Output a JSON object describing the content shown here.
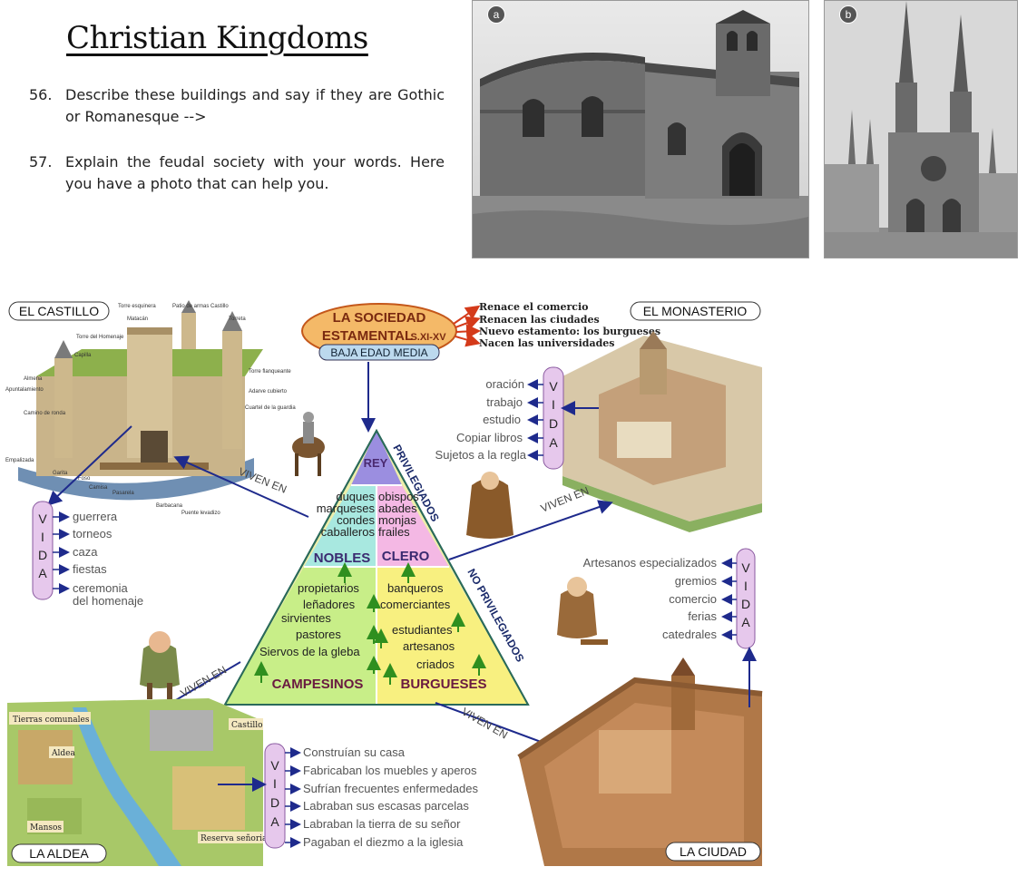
{
  "header": {
    "title": "Christian Kingdoms"
  },
  "questions": [
    {
      "number": "56.",
      "text": "Describe these buildings and say if they are Gothic or Romanesque -->"
    },
    {
      "number": "57.",
      "text": "Explain the feudal society with your words. Here you have a photo that can help you."
    }
  ],
  "photos": {
    "a": {
      "badge": "a"
    },
    "b": {
      "badge": "b"
    }
  },
  "diagram": {
    "center": {
      "line1": "LA SOCIEDAD",
      "line2": "ESTAMENTAL",
      "period": "S.XI-XV",
      "sub": "BAJA EDAD MEDIA"
    },
    "consequences": [
      "Renace el comercio",
      "Renacen las ciudades",
      "Nuevo estamento: los burgueses",
      "Nacen las universidades"
    ],
    "castle": {
      "title": "EL CASTILLO",
      "parts": [
        "Torre esquinera",
        "Torre del Homenaje",
        "Capilla",
        "Patio de armas",
        "Castillo",
        "Torreta",
        "Matacán",
        "Almena",
        "Apuntalamiento",
        "Camino de ronda",
        "Torre flanqueante",
        "Adarve cubierto",
        "Cuartel de la guardia",
        "Empalizada",
        "Garita",
        "Foso",
        "Camisa",
        "Pasarela",
        "Barbacana",
        "Puente levadizo"
      ],
      "vida": [
        "guerrera",
        "torneos",
        "caza",
        "fiestas",
        "ceremonia",
        "del homenaje"
      ]
    },
    "monastery": {
      "title": "EL MONASTERIO",
      "vida": [
        "oración",
        "trabajo",
        "estudio",
        "Copiar libros",
        "Sujetos a la regla"
      ]
    },
    "pyramid": {
      "rey": "REY",
      "nobles_list": [
        "duques",
        "marqueses",
        "condes",
        "caballeros"
      ],
      "clero_list": [
        "obispos",
        "abades",
        "monjas",
        "frailes"
      ],
      "nobles": "NOBLES",
      "clero": "CLERO",
      "campesinos_list": [
        "propietarios",
        "leñadores",
        "sirvientes",
        "pastores",
        "Siervos de la gleba"
      ],
      "burgueses_list": [
        "banqueros",
        "comerciantes",
        "estudiantes",
        "artesanos",
        "criados"
      ],
      "campesinos": "CAMPESINOS",
      "burgueses": "BURGUESES",
      "privilegiados": "PRIVILEGIADOS",
      "no_privilegiados": "NO PRIVILEGIADOS"
    },
    "viven_en": "VIVEN EN",
    "vida_letters": [
      "V",
      "I",
      "D",
      "A"
    ],
    "city": {
      "title": "LA CIUDAD",
      "vida": [
        "Artesanos especializados",
        "gremios",
        "comercio",
        "ferias",
        "catedrales"
      ]
    },
    "village": {
      "title": "LA ALDEA",
      "map_labels": [
        "Tierras comunales",
        "Aldea",
        "Castillo",
        "Mansos",
        "Reserva señorial"
      ],
      "vida": [
        "Construían su casa",
        "Fabricaban los muebles y aperos",
        "Sufrían frecuentes enfermedades",
        "Labraban sus escasas parcelas",
        "Labraban la tierra de su señor",
        "Pagaban el diezmo a la iglesia"
      ]
    }
  }
}
